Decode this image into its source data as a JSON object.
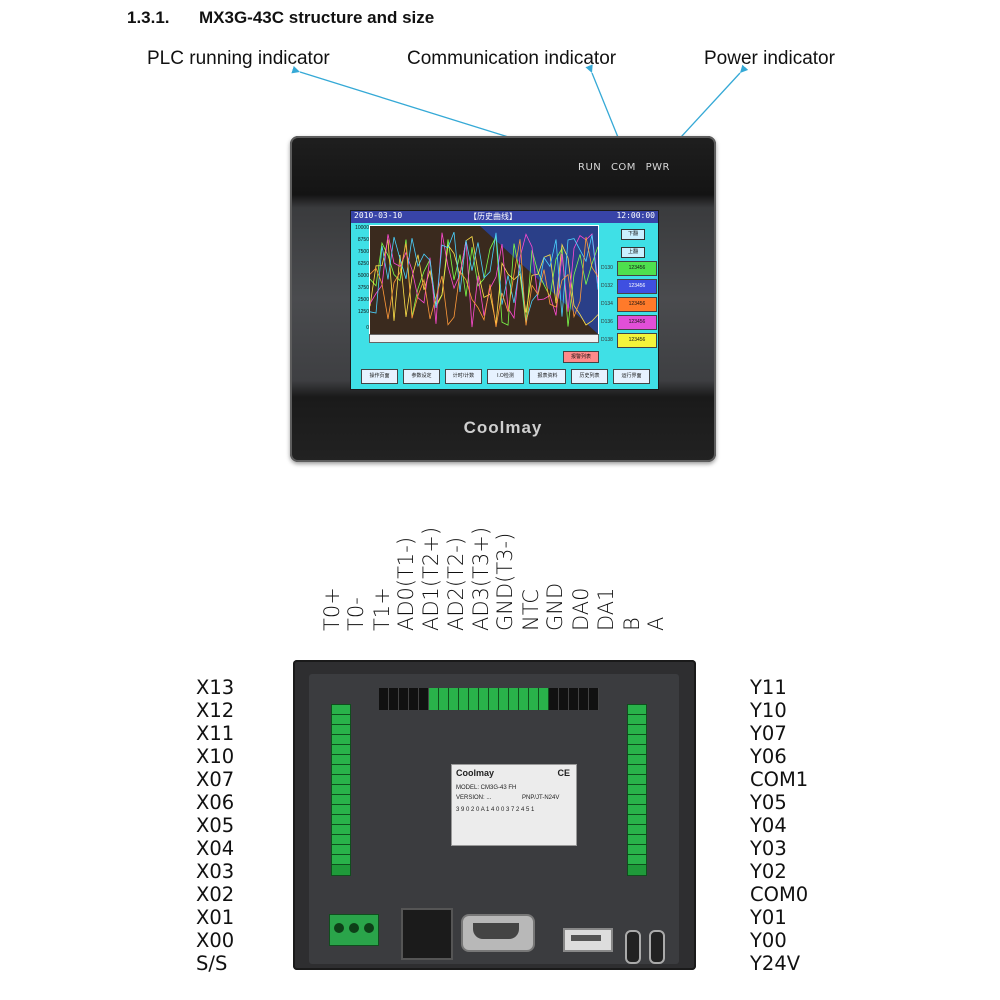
{
  "section": {
    "number": "1.3.1.",
    "title": "MX3G-43C structure and size"
  },
  "callouts": {
    "run": "PLC running indicator",
    "com": "Communication indicator",
    "pwr": "Power indicator"
  },
  "front_panel": {
    "led_labels": [
      "RUN",
      "COM",
      "PWR"
    ],
    "brand": "Coolmay",
    "screen": {
      "date": "2010-03-10",
      "title": "【历史曲线】",
      "time": "12:00:00",
      "side_buttons": [
        "下翻",
        "上翻"
      ],
      "value_rows": [
        {
          "label": "D130",
          "value": "123456",
          "color": "#4ee04e"
        },
        {
          "label": "D132",
          "value": "123456",
          "color": "#3f4fe0"
        },
        {
          "label": "D134",
          "value": "123456",
          "color": "#ff7a2a"
        },
        {
          "label": "D136",
          "value": "123456",
          "color": "#e24fd8"
        },
        {
          "label": "D138",
          "value": "123456",
          "color": "#f4f43a"
        }
      ],
      "alarm_button": "报警列表",
      "nav_buttons": [
        "操作页面",
        "参数设定",
        "计时/计数",
        "I.O检测",
        "报表资料",
        "历史列表",
        "运行界面"
      ]
    }
  },
  "top_pins": [
    "T0+",
    "T0-",
    "T1+",
    "AD0(T1-)",
    "AD1(T2+)",
    "AD2(T2-)",
    "AD3(T3+)",
    "GND(T3-)",
    "NTC",
    "GND",
    "DA0",
    "DA1",
    "B",
    "A"
  ],
  "left_pins": [
    "X13",
    "X12",
    "X11",
    "X10",
    "X07",
    "X06",
    "X05",
    "X04",
    "X03",
    "X02",
    "X01",
    "X00",
    "S/S"
  ],
  "right_pins": [
    "Y11",
    "Y10",
    "Y07",
    "Y06",
    "COM1",
    "Y05",
    "Y04",
    "Y03",
    "Y02",
    "COM0",
    "Y01",
    "Y00",
    "Y24V"
  ],
  "nameplate": {
    "brand": "Coolmay",
    "ce": "CE",
    "model": "MODEL: CM3G-43 FH",
    "version": "VERSION: ...",
    "output": "PNP/JT-N24V",
    "serial": "3 9 0 2 0 A 1 4 0 0 3 7 2 4 5 1"
  },
  "colors": {
    "callout_line": "#35a9d6",
    "terminal_green": "#29b24a",
    "screen_bg": "#3fe0e6"
  }
}
